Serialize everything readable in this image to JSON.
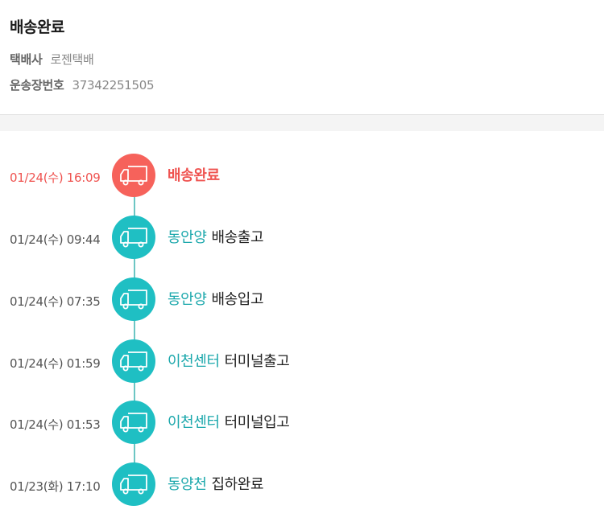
{
  "header": {
    "title": "배송완료",
    "courier_label": "택배사",
    "courier_value": "로젠택배",
    "tracking_label": "운송장번호",
    "tracking_value": "37342251505"
  },
  "colors": {
    "delivered_accent": "#f6625b",
    "step_accent": "#1fbfc3",
    "location_text": "#1aa7ab",
    "timeline_line": "#6cc6c4"
  },
  "events": [
    {
      "time": "01/24(수) 16:09",
      "location": "배송완료",
      "action": "",
      "icon": "truck-icon",
      "state": "delivered"
    },
    {
      "time": "01/24(수) 09:44",
      "location": "동안양",
      "action": "배송출고",
      "icon": "truck-icon",
      "state": "step"
    },
    {
      "time": "01/24(수) 07:35",
      "location": "동안양",
      "action": "배송입고",
      "icon": "truck-icon",
      "state": "step"
    },
    {
      "time": "01/24(수) 01:59",
      "location": "이천센터",
      "action": "터미널출고",
      "icon": "truck-icon",
      "state": "step"
    },
    {
      "time": "01/24(수) 01:53",
      "location": "이천센터",
      "action": "터미널입고",
      "icon": "truck-icon",
      "state": "step"
    },
    {
      "time": "01/23(화) 17:10",
      "location": "동양천",
      "action": "집하완료",
      "icon": "truck-icon",
      "state": "step"
    }
  ]
}
